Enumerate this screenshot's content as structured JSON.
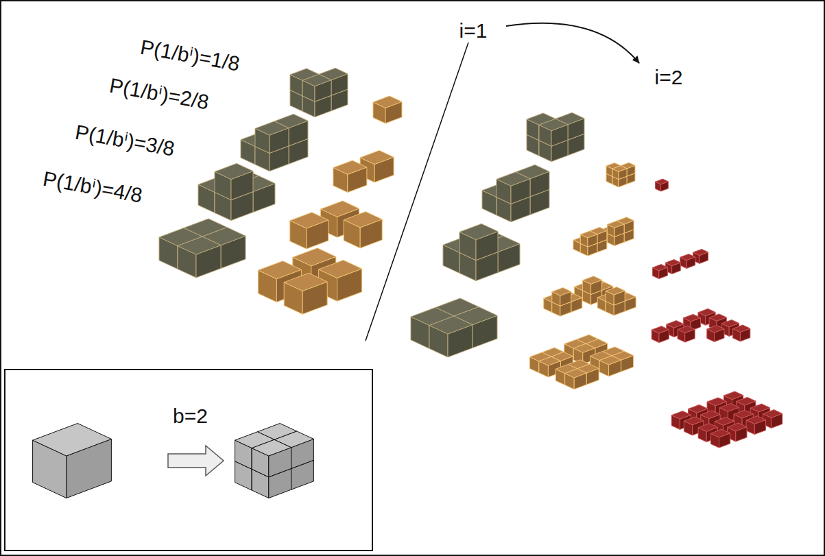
{
  "diagram": {
    "nodes": [
      {
        "text": [
          "b=2"
        ]
      }
    ],
    "labels": [
      "P(1/bⁱ)=1/8",
      "P(1/bⁱ)=2/8",
      "P(1/bⁱ)=3/8",
      "P(1/bⁱ)=4/8",
      "i=1",
      "i=2"
    ]
  }
}
